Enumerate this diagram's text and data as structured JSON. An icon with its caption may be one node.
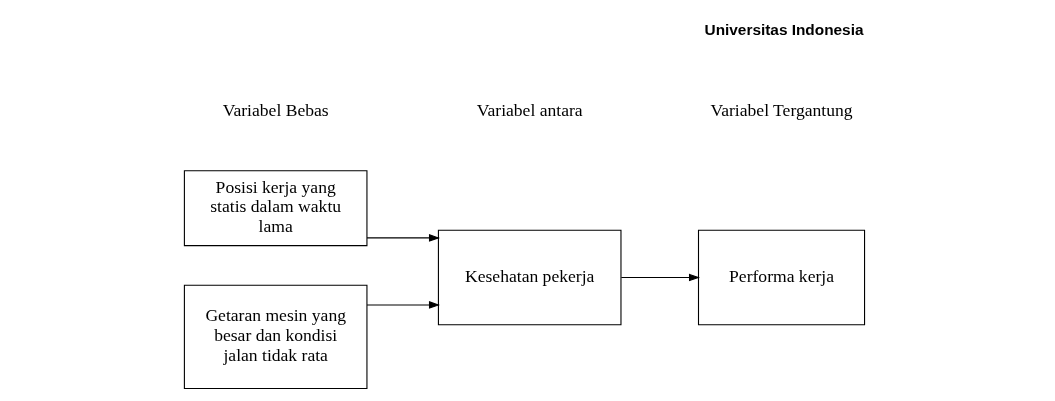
{
  "diagram": {
    "nodes": [
      {
        "text": [
          "Posisi kerja yang statis dalam waktu lama"
        ]
      },
      {
        "text": [
          "Getaran mesin yang besar dan kondisi jalan tidak rata"
        ]
      },
      {
        "text": [
          "Kesehatan pekerja"
        ]
      },
      {
        "text": [
          "Performa kerja"
        ]
      }
    ],
    "edges": [
      {
        "from": 0,
        "to": 2,
        "arrow": "to"
      },
      {
        "from": 1,
        "to": 2,
        "arrow": "to"
      },
      {
        "from": 2,
        "to": 3,
        "arrow": "to"
      }
    ],
    "labels": [
      "Variabel Bebas",
      "Variabel antara",
      "Variabel Tergantung",
      "Universitas Indonesia"
    ]
  }
}
